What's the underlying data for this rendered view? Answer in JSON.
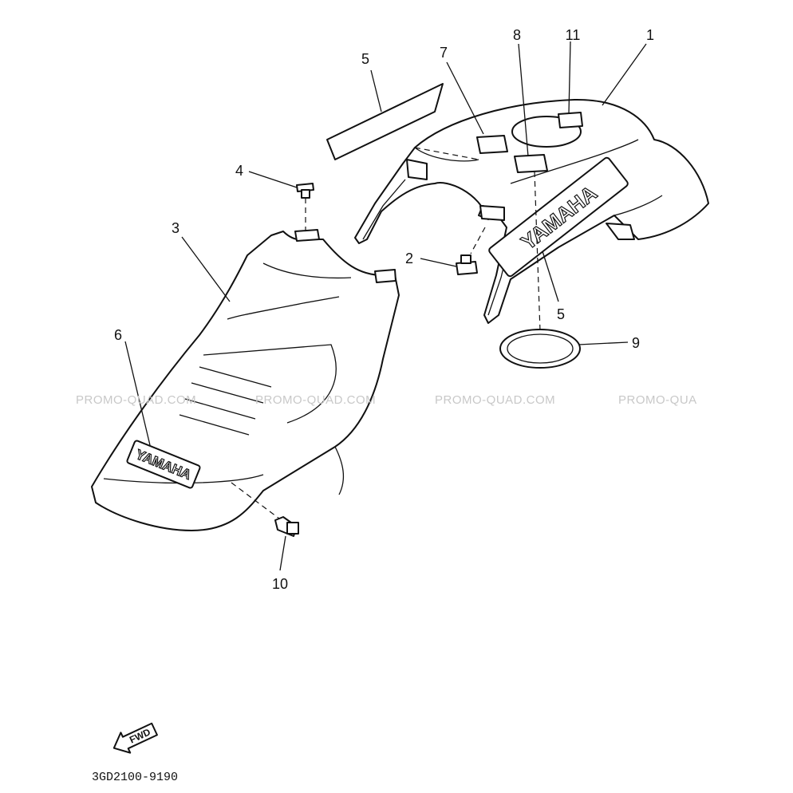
{
  "diagram": {
    "callouts": {
      "c1": "1",
      "c2": "2",
      "c3": "3",
      "c4": "4",
      "c5_top": "5",
      "c5_tank": "5",
      "c6": "6",
      "c7": "7",
      "c8": "8",
      "c9": "9",
      "c10": "10",
      "c11": "11"
    },
    "emblem_text": {
      "tank": "YAMAHA",
      "seat": "YAMAHA"
    },
    "watermark": {
      "w1": "PROMO-QUAD.COM",
      "w2": "PROMO-QUAD.COM",
      "w3": "PROMO-QUAD.COM",
      "w4": "PROMO-QUA"
    },
    "fwd_label": "FWD",
    "part_code": "3GD2100-9190"
  }
}
